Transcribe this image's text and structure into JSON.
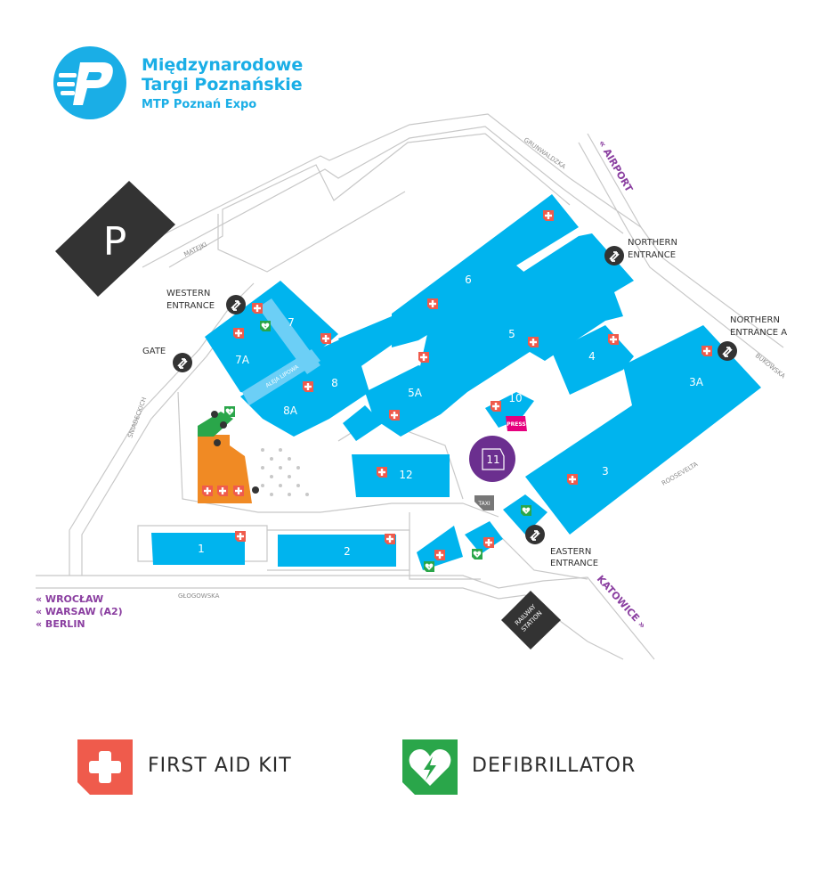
{
  "brand": {
    "line1": "Międzynarodowe",
    "line2": "Targi Poznańskie",
    "line3": "MTP Poznań Expo",
    "color": "#1aaee6"
  },
  "colors": {
    "hall": "#00b4ee",
    "road": "#c8c8c8",
    "first_aid": "#ef5b4c",
    "defibrillator": "#2aa64a",
    "route_purple": "#8a3ea0",
    "press": "#e6007e",
    "hall11": "#6b2f8f",
    "dark": "#333333",
    "orange": "#f08a24"
  },
  "streets": {
    "grunwaldzka": "GRUNWALDZKA",
    "matejki": "MATEJKI",
    "sniadeckich": "ŚNIADECKICH",
    "glogowska": "GŁOGOWSKA",
    "bukowska": "BUKOWSKA",
    "roosevelta": "ROOSEVELTA",
    "aleja": "ALEJA LIPOWA"
  },
  "entrances": {
    "western": [
      "WESTERN",
      "ENTRANCE"
    ],
    "gate": "GATE",
    "northern": [
      "NORTHERN",
      "ENTRANCE"
    ],
    "northern_a": [
      "NORTHERN",
      "ENTRANCE A"
    ],
    "eastern": [
      "EASTERN",
      "ENTRANCE"
    ]
  },
  "directions": {
    "airport": "« AIRPORT",
    "katowice": "KATOWICE »",
    "wroclaw": "« WROCŁAW",
    "warsaw": "« WARSAW (A2)",
    "berlin": "« BERLIN"
  },
  "halls": {
    "h1": "1",
    "h2": "2",
    "h3": "3",
    "h3a": "3A",
    "h4": "4",
    "h5": "5",
    "h5a": "5A",
    "h6": "6",
    "h7": "7",
    "h7a": "7A",
    "h8": "8",
    "h8a": "8A",
    "h10": "10",
    "h11": "11",
    "h12": "12"
  },
  "badges": {
    "parking": "P",
    "taxi": "TAXI",
    "press": "PRESS",
    "railway": [
      "RAILWAY",
      "STATION"
    ]
  },
  "legend": {
    "first_aid": "FIRST AID KIT",
    "defibrillator": "DEFIBRILLATOR"
  }
}
